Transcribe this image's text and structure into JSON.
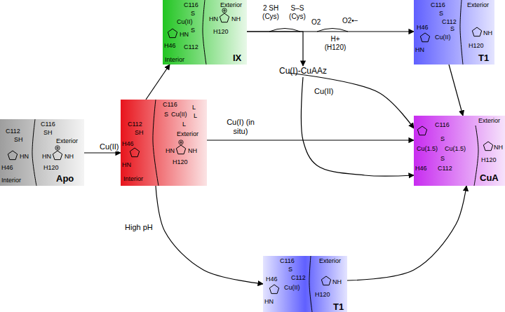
{
  "diagram": {
    "nodes": [
      {
        "text": [
          "Apo",
          "Interior",
          "Exterior",
          "C116",
          "SH",
          "C112",
          "SH",
          "H46",
          "H120",
          "HN",
          "HN",
          "NH"
        ]
      },
      {
        "text": [
          "Interior",
          "Exterior",
          "C116",
          "S",
          "Cu(II)",
          "L",
          "L",
          "L",
          "C112",
          "SH",
          "H46",
          "H120",
          "HN",
          "HN",
          "NH"
        ]
      },
      {
        "text": [
          "IX",
          "Interior",
          "Exterior",
          "C116",
          "S",
          "C112",
          "S",
          "Cu(II)",
          "H46",
          "H120",
          "HN",
          "HN",
          "NH"
        ]
      },
      {
        "text": [
          "T1",
          "Exterior",
          "C116",
          "S",
          "C112",
          "S",
          "Cu(II)",
          "H46",
          "H120",
          "HN",
          "NH"
        ]
      },
      {
        "text": [
          "Cu(I)-CuAAz"
        ]
      },
      {
        "text": [
          "CuA",
          "Exterior",
          "C116",
          "S",
          "S",
          "Cu(1.5)",
          "Cu(1.5)",
          "C112",
          "H46",
          "H120",
          "NH"
        ]
      },
      {
        "text": [
          "T1",
          "Exterior",
          "C116",
          "S",
          "C112",
          "Cu(II)",
          "H46",
          "H120",
          "HN",
          "NH"
        ]
      }
    ],
    "edges": [
      {
        "from": 0,
        "to": 1,
        "label": "Cu(II)",
        "arrow": "to"
      },
      {
        "from": 1,
        "to": 2,
        "arrow": "to"
      },
      {
        "from": 2,
        "to": 3,
        "arrow": "to"
      },
      {
        "from": 2,
        "to": 4,
        "arrow": "to"
      },
      {
        "from": 3,
        "to": 5,
        "arrow": "to"
      },
      {
        "from": 4,
        "to": 5,
        "label": "Cu(II)",
        "arrow": "to"
      },
      {
        "from": 1,
        "to": 5,
        "label": "Cu(I) (in situ)",
        "arrow": "to"
      },
      {
        "from": 4,
        "to": 5,
        "arrow": "to"
      },
      {
        "from": 1,
        "to": 6,
        "label": "High pH",
        "arrow": "to"
      },
      {
        "from": 6,
        "to": 5,
        "arrow": "to"
      }
    ],
    "labels": [
      "2 SH (Cys)",
      "S–S (Cys)",
      "O2",
      "O2•−",
      "H+ (H120)"
    ]
  }
}
